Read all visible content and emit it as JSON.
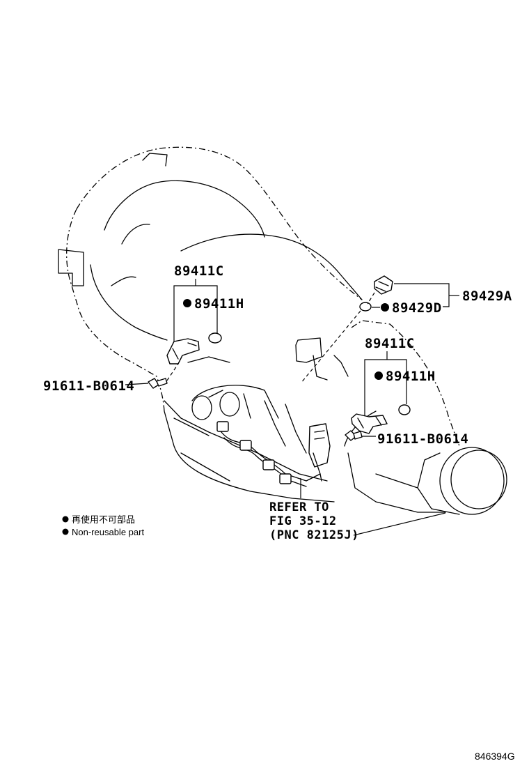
{
  "callouts": {
    "left_group": "89411C",
    "left_sensor": "89411H",
    "left_bolt": "91611-B0614",
    "right_group": "89411C",
    "right_sensor": "89411H",
    "right_bolt": "91611-B0614",
    "pressure_group": "89429A",
    "pressure_gasket": "89429D"
  },
  "reference": {
    "line1": "REFER TO",
    "line2": "FIG 35-12",
    "line3": "(PNC 82125J)"
  },
  "legend": {
    "japanese": "再使用不可部品",
    "english": "Non-reusable part"
  },
  "illustration_code": "846394G"
}
